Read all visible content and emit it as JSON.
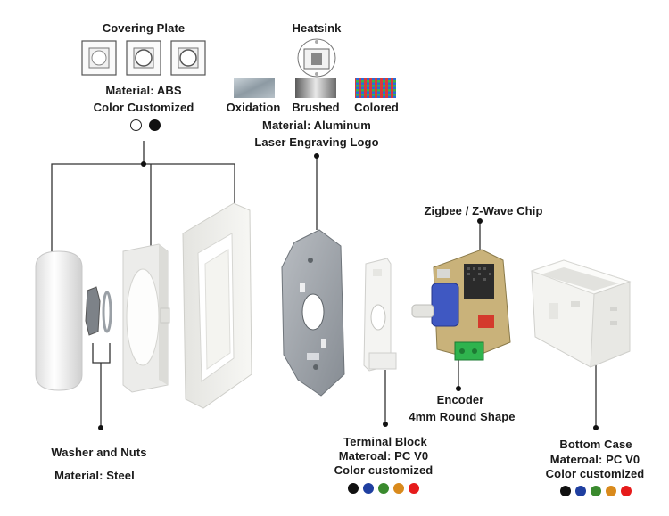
{
  "covering_plate": {
    "title": "Covering Plate",
    "material": "Material: ABS",
    "color": "Color Customized",
    "color_options": [
      "#ffffff",
      "#111111"
    ]
  },
  "heatsink": {
    "title": "Heatsink",
    "finishes": [
      "Oxidation",
      "Brushed",
      "Colored"
    ],
    "material": "Material: Aluminum",
    "logo": "Laser Engraving Logo"
  },
  "chip": {
    "label": "Zigbee / Z-Wave Chip"
  },
  "encoder": {
    "label": "Encoder",
    "shape": "4mm Round Shape"
  },
  "washer": {
    "label": "Washer and Nuts",
    "material": "Material: Steel"
  },
  "terminal_block": {
    "label": "Terminal Block",
    "material": "Materoal: PC V0",
    "color": "Color customized",
    "color_options": [
      "#111111",
      "#1f3fa0",
      "#3a8a2e",
      "#d98a1c",
      "#e61b1b"
    ]
  },
  "bottom_case": {
    "label": "Bottom Case",
    "material": "Materoal: PC V0",
    "color": "Color customized",
    "color_options": [
      "#111111",
      "#1f3fa0",
      "#3a8a2e",
      "#d98a1c",
      "#e61b1b"
    ]
  }
}
